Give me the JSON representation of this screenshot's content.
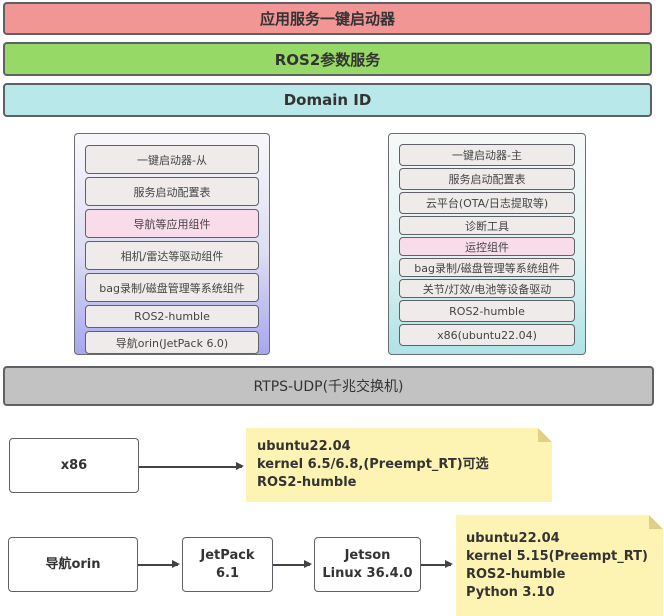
{
  "top_bands": {
    "launcher": "应用服务一键启动器",
    "param_service": "ROS2参数服务",
    "domain_id": "Domain ID"
  },
  "colors": {
    "launcher_band": "#f19595",
    "param_band": "#97d967",
    "domain_band": "#b8e8ea",
    "network_band": "#c2c2c2",
    "highlight_layer": "#f9dcea",
    "note_bg": "#fdf3b2"
  },
  "left_stack": {
    "layers": [
      {
        "label": "一键启动器-从",
        "highlight": false
      },
      {
        "label": "服务启动配置表",
        "highlight": false
      },
      {
        "label": "导航等应用组件",
        "highlight": true
      },
      {
        "label": "相机/雷达等驱动组件",
        "highlight": false
      },
      {
        "label": "bag录制/磁盘管理等系统组件",
        "highlight": false
      },
      {
        "label": "ROS2-humble",
        "highlight": false
      },
      {
        "label": "导航orin(JetPack 6.0)",
        "highlight": false
      }
    ]
  },
  "right_stack": {
    "layers": [
      {
        "label": "一键启动器-主",
        "highlight": false
      },
      {
        "label": "服务启动配置表",
        "highlight": false
      },
      {
        "label": "云平台(OTA/日志提取等)",
        "highlight": false
      },
      {
        "label": "诊断工具",
        "highlight": false
      },
      {
        "label": "运控组件",
        "highlight": true
      },
      {
        "label": "bag录制/磁盘管理等系统组件",
        "highlight": false
      },
      {
        "label": "关节/灯效/电池等设备驱动",
        "highlight": false
      },
      {
        "label": "ROS2-humble",
        "highlight": false
      },
      {
        "label": "x86(ubuntu22.04)",
        "highlight": false
      }
    ]
  },
  "network_band": "RTPS-UDP(千兆交换机)",
  "x86_flow": {
    "node": "x86",
    "note_lines": [
      "ubuntu22.04",
      "kernel 6.5/6.8,(Preempt_RT)可选",
      "ROS2-humble"
    ]
  },
  "orin_flow": {
    "nodes": [
      {
        "lines": [
          "导航orin"
        ]
      },
      {
        "lines": [
          "JetPack",
          "6.1"
        ]
      },
      {
        "lines": [
          "Jetson",
          "Linux 36.4.0"
        ]
      }
    ],
    "note_lines": [
      "ubuntu22.04",
      "kernel 5.15(Preempt_RT)",
      "ROS2-humble",
      "Python 3.10"
    ]
  }
}
